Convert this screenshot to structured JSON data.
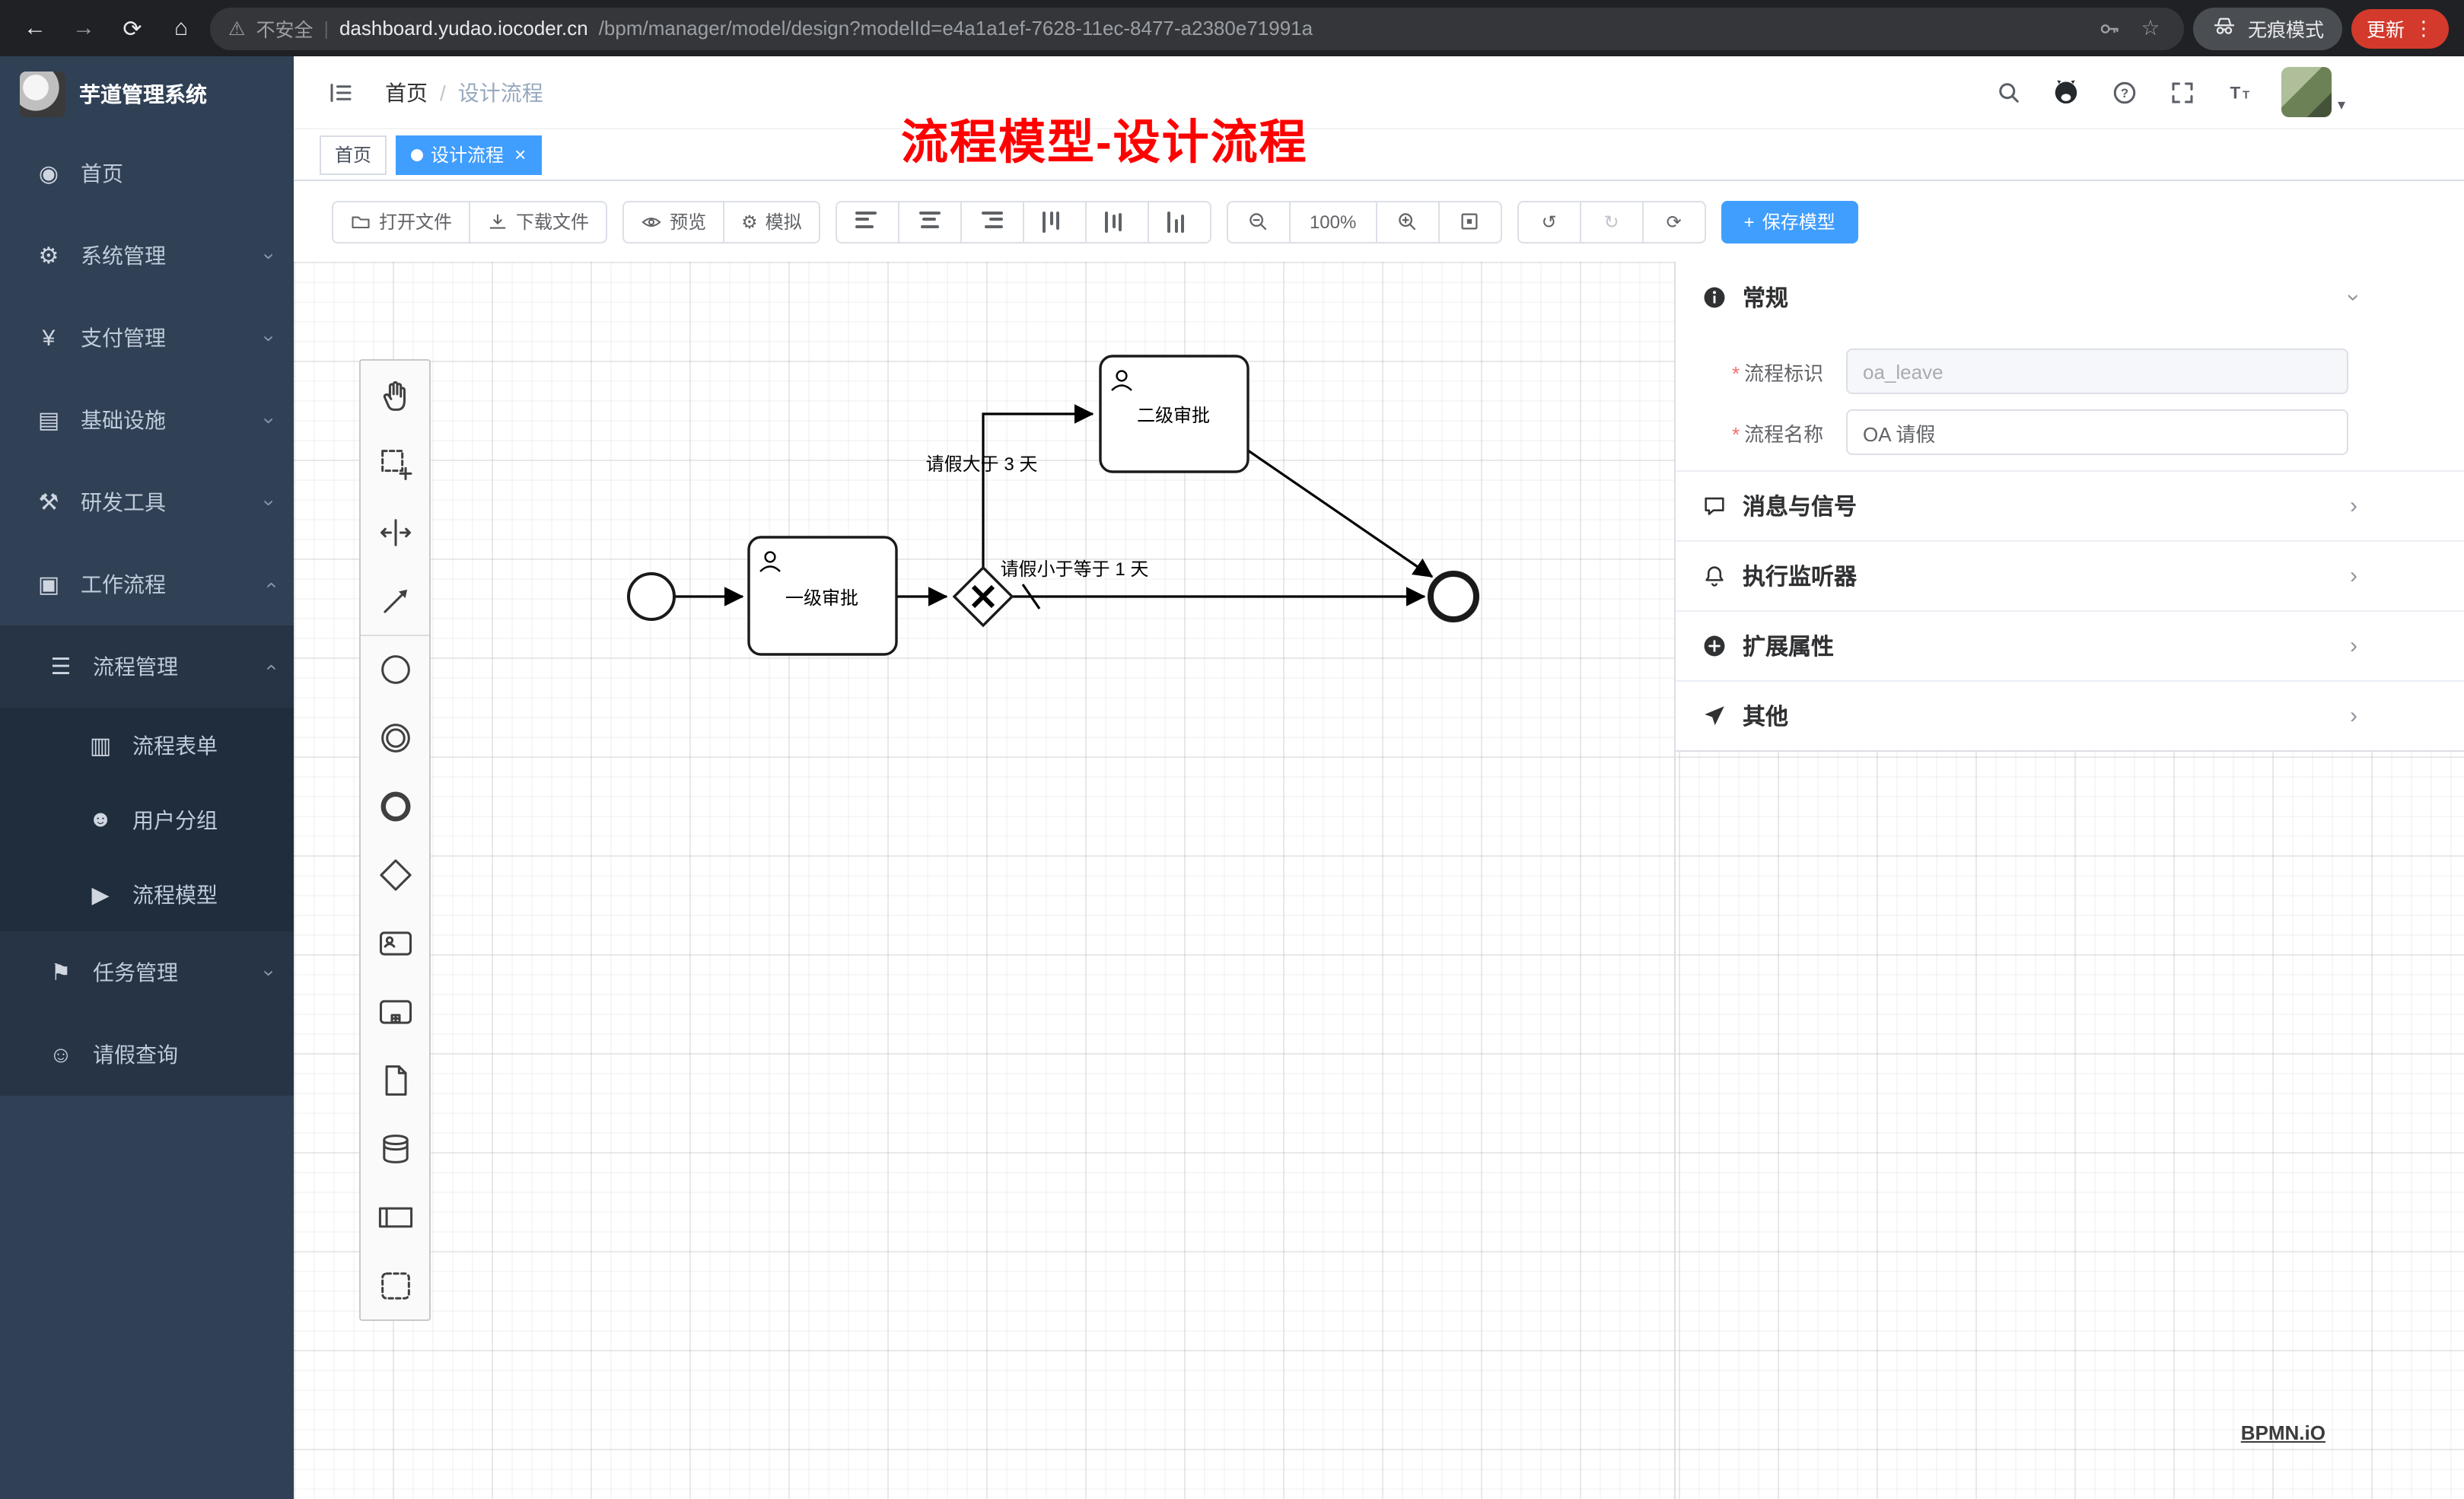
{
  "colors": {
    "accent": "#409eff",
    "annotation_red": "#ff0000",
    "sidebar_bg": "#304156"
  },
  "browser": {
    "security_label": "不安全",
    "url_domain": "dashboard.yudao.iocoder.cn",
    "url_path": "/bpm/manager/model/design?modelId=e4a1a1ef-7628-11ec-8477-a2380e71991a",
    "incognito_label": "无痕模式",
    "update_label": "更新"
  },
  "sidebar": {
    "title": "芋道管理系统",
    "items": [
      {
        "label": "首页",
        "glyph": "◉"
      },
      {
        "label": "系统管理",
        "glyph": "⚙"
      },
      {
        "label": "支付管理",
        "glyph": "¥"
      },
      {
        "label": "基础设施",
        "glyph": "▤"
      },
      {
        "label": "研发工具",
        "glyph": "⚒"
      },
      {
        "label": "工作流程",
        "glyph": "▣"
      },
      {
        "label": "流程管理",
        "glyph": "☰"
      },
      {
        "label": "流程表单",
        "glyph": "▥"
      },
      {
        "label": "用户分组",
        "glyph": "☻"
      },
      {
        "label": "流程模型",
        "glyph": "▶"
      },
      {
        "label": "任务管理",
        "glyph": "⚑"
      },
      {
        "label": "请假查询",
        "glyph": "☺"
      }
    ]
  },
  "navbar": {
    "breadcrumb_home": "首页",
    "breadcrumb_sep": "/",
    "breadcrumb_current": "设计流程"
  },
  "annotation": "流程模型-设计流程",
  "tabs": [
    {
      "label": "首页"
    },
    {
      "label": "设计流程"
    }
  ],
  "toolbar": {
    "open": "打开文件",
    "download": "下载文件",
    "preview": "预览",
    "simulate": "模拟",
    "zoom_level": "100%",
    "save": "保存模型"
  },
  "diagram": {
    "task_level1": "一级审批",
    "task_level2": "二级审批",
    "edge_gt3": "请假大于 3 天",
    "edge_le1": "请假小于等于 1 天"
  },
  "properties": {
    "general_title": "常规",
    "required_mark": "*",
    "process_key": {
      "label": "流程标识",
      "value": "oa_leave"
    },
    "process_name": {
      "label": "流程名称",
      "value": "OA 请假"
    },
    "sections": [
      {
        "label": "消息与信号"
      },
      {
        "label": "执行监听器"
      },
      {
        "label": "扩展属性"
      },
      {
        "label": "其他"
      }
    ]
  },
  "watermark": "BPMN.iO",
  "icons": {
    "close": "×",
    "star": "☆",
    "warning": "⚠",
    "kebab": "⋮",
    "back": "←",
    "forward": "→",
    "reload": "⟳",
    "home": "⌂",
    "undo": "↺",
    "redo": "↻",
    "refresh": "⟳",
    "chevron": "›",
    "plus": "+",
    "gear": "⚙"
  }
}
